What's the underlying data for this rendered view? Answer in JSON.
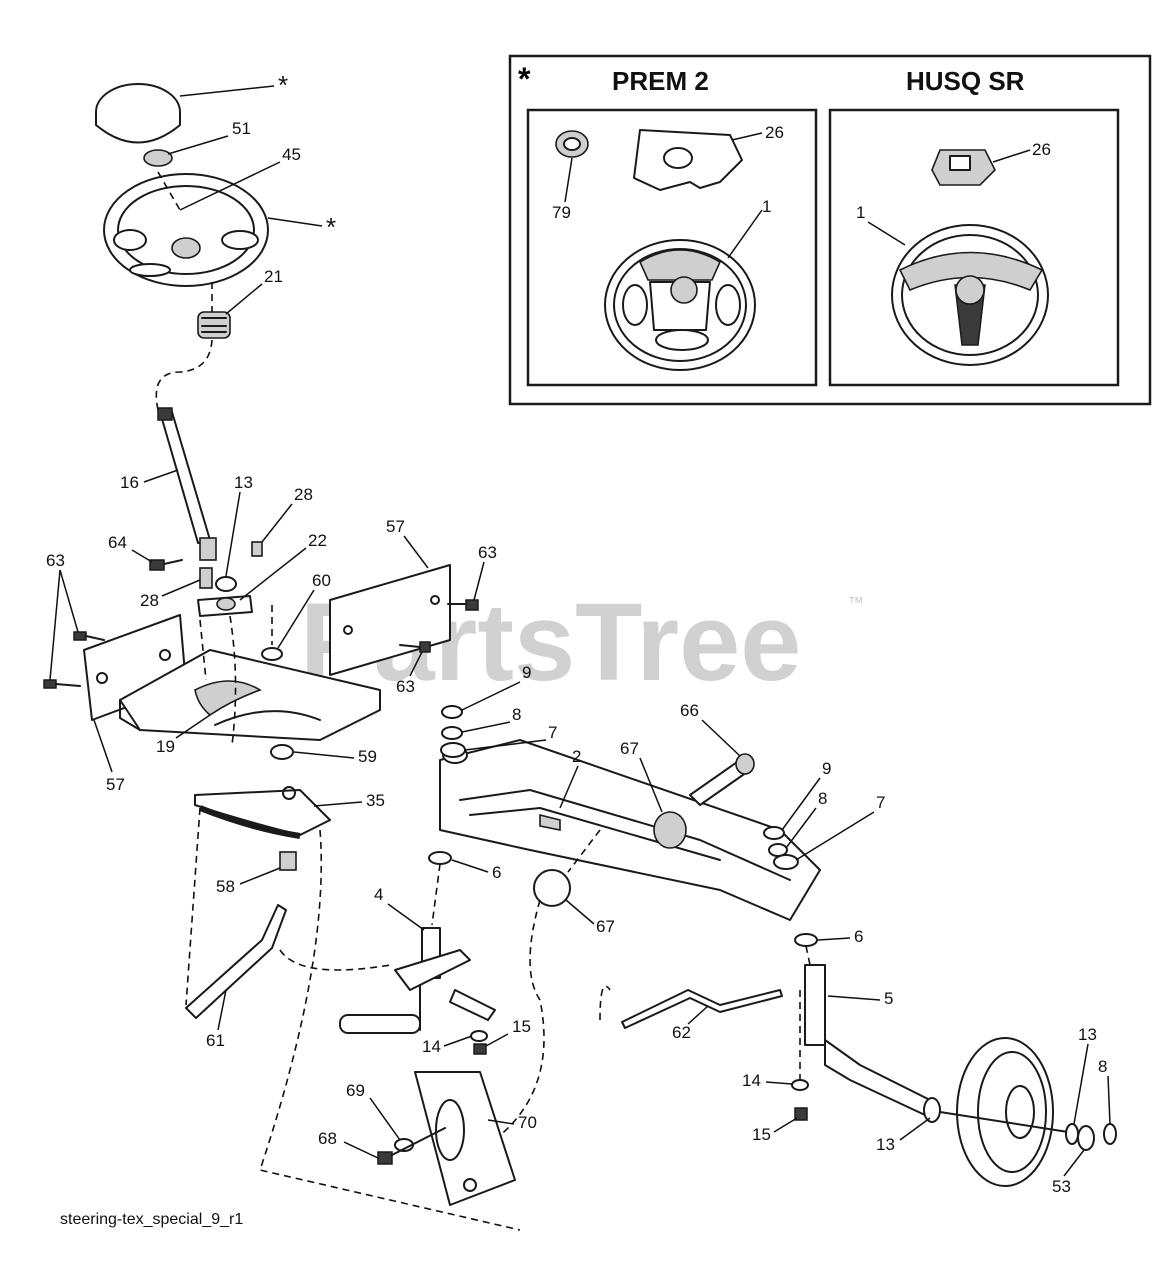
{
  "inset": {
    "star": "*",
    "left_header": "PREM 2",
    "right_header": "HUSQ SR",
    "left_callouts": [
      "26",
      "79",
      "1"
    ],
    "right_callouts": [
      "26",
      "1"
    ]
  },
  "watermark": {
    "text": "PartsTree",
    "tm": "™"
  },
  "caption": "steering-tex_special_9_r1",
  "callouts": {
    "star_cap": "*",
    "star_wheel": "*",
    "c51": "51",
    "c45": "45",
    "c21": "21",
    "c16": "16",
    "c13a": "13",
    "c28a": "28",
    "c64": "64",
    "c28b": "28",
    "c22": "22",
    "c57a": "57",
    "c63a": "63",
    "c63b": "63",
    "c63c": "63",
    "c60": "60",
    "c57b": "57",
    "c19": "19",
    "c59": "59",
    "c35": "35",
    "c58": "58",
    "c61": "61",
    "c9a": "9",
    "c8a": "8",
    "c7a": "7",
    "c2": "2",
    "c67a": "67",
    "c66": "66",
    "c9b": "9",
    "c8b": "8",
    "c7b": "7",
    "c6a": "6",
    "c67b": "67",
    "c6b": "6",
    "c4": "4",
    "c5": "5",
    "c62": "62",
    "c14a": "14",
    "c15a": "15",
    "c69": "69",
    "c70": "70",
    "c68": "68",
    "c14b": "14",
    "c15b": "15",
    "c13b": "13",
    "c13c": "13",
    "c8c": "8",
    "c53": "53"
  }
}
